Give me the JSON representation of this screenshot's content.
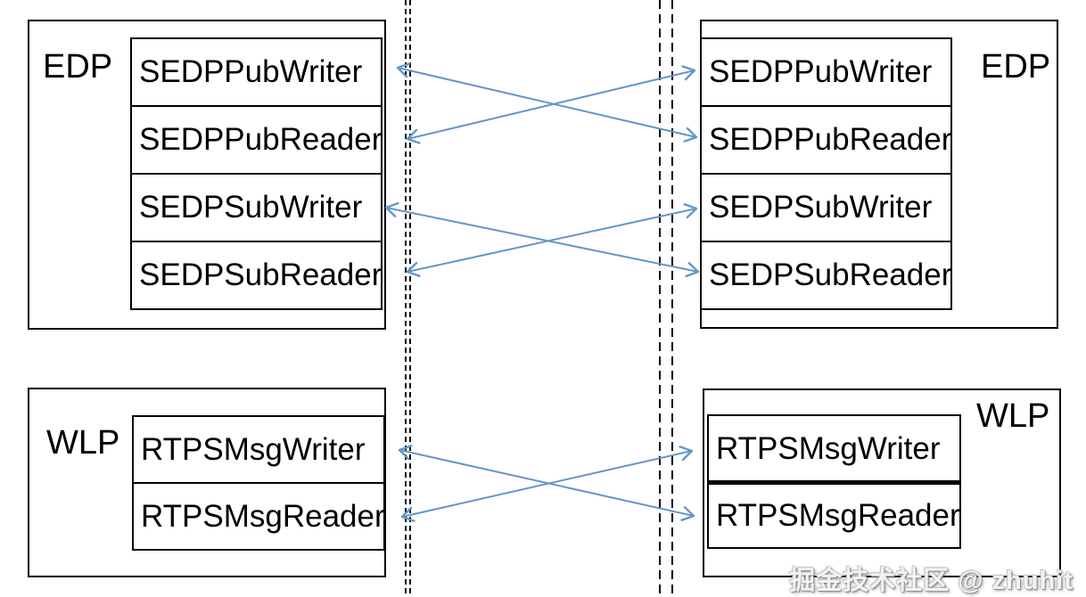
{
  "groups": {
    "left_edp": {
      "label": "EDP",
      "rows": [
        "SEDPPubWriter",
        "SEDPPubReader",
        "SEDPSubWriter",
        "SEDPSubReader"
      ]
    },
    "right_edp": {
      "label": "EDP",
      "rows": [
        "SEDPPubWriter",
        "SEDPPubReader",
        "SEDPSubWriter",
        "SEDPSubReader"
      ]
    },
    "left_wlp": {
      "label": "WLP",
      "rows": [
        "RTPSMsgWriter",
        "RTPSMsgReader"
      ]
    },
    "right_wlp": {
      "label": "WLP",
      "rows": [
        "RTPSMsgWriter",
        "RTPSMsgReader"
      ]
    }
  },
  "connections": [
    {
      "from": "left_edp.SEDPPubWriter",
      "to": "right_edp.SEDPPubReader",
      "bidirectional": true
    },
    {
      "from": "left_edp.SEDPPubReader",
      "to": "right_edp.SEDPPubWriter",
      "bidirectional": true
    },
    {
      "from": "left_edp.SEDPSubWriter",
      "to": "right_edp.SEDPSubReader",
      "bidirectional": true
    },
    {
      "from": "left_edp.SEDPSubReader",
      "to": "right_edp.SEDPSubWriter",
      "bidirectional": true
    },
    {
      "from": "left_wlp.RTPSMsgWriter",
      "to": "right_wlp.RTPSMsgReader",
      "bidirectional": true
    },
    {
      "from": "left_wlp.RTPSMsgReader",
      "to": "right_wlp.RTPSMsgWriter",
      "bidirectional": true
    }
  ],
  "boundaries": {
    "left_pair_x": [
      455,
      460
    ],
    "right_pair_x": [
      740,
      754
    ]
  },
  "watermark": "掘金技术社区 @ zhuhit",
  "colors": {
    "arrow": "#6496c8",
    "border": "#000000",
    "background": "#ffffff"
  }
}
